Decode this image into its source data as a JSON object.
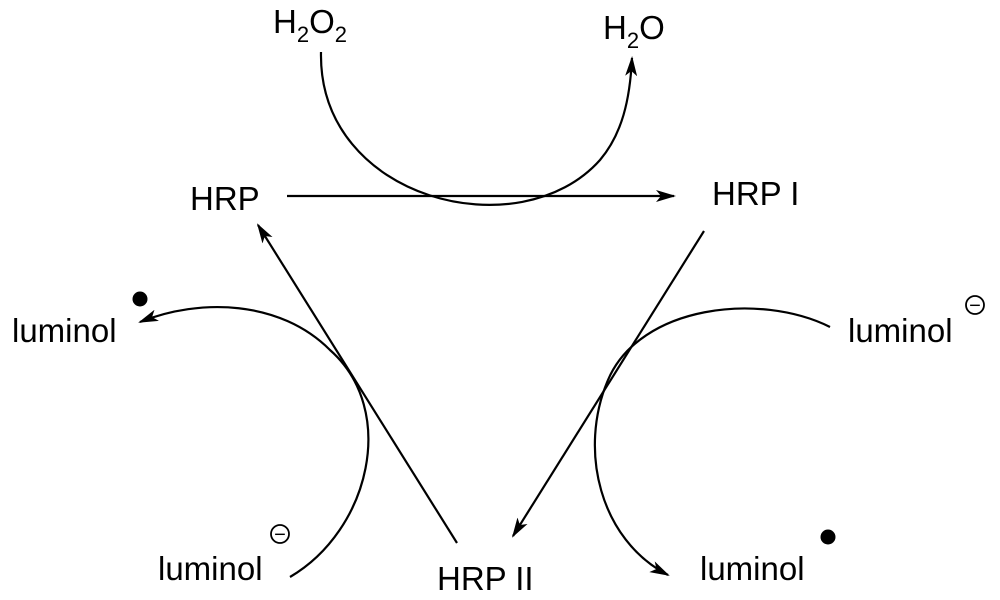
{
  "diagram": {
    "nodes": {
      "hrp": "HRP",
      "hrp1": "HRP I",
      "hrp2": "HRP II"
    },
    "h2o2": {
      "base1": "H",
      "sub1": "2",
      "base2": "O",
      "sub2": "2"
    },
    "h2o": {
      "base1": "H",
      "sub1": "2",
      "base2": "O"
    },
    "luminol_anion_left": {
      "text": "luminol",
      "charge": "−"
    },
    "luminol_radical_left": {
      "text": "luminol"
    },
    "luminol_anion_right": {
      "text": "luminol",
      "charge": "−"
    },
    "luminol_radical_right": {
      "text": "luminol"
    },
    "colors": {
      "ink": "#000000",
      "background": "#ffffff"
    }
  }
}
